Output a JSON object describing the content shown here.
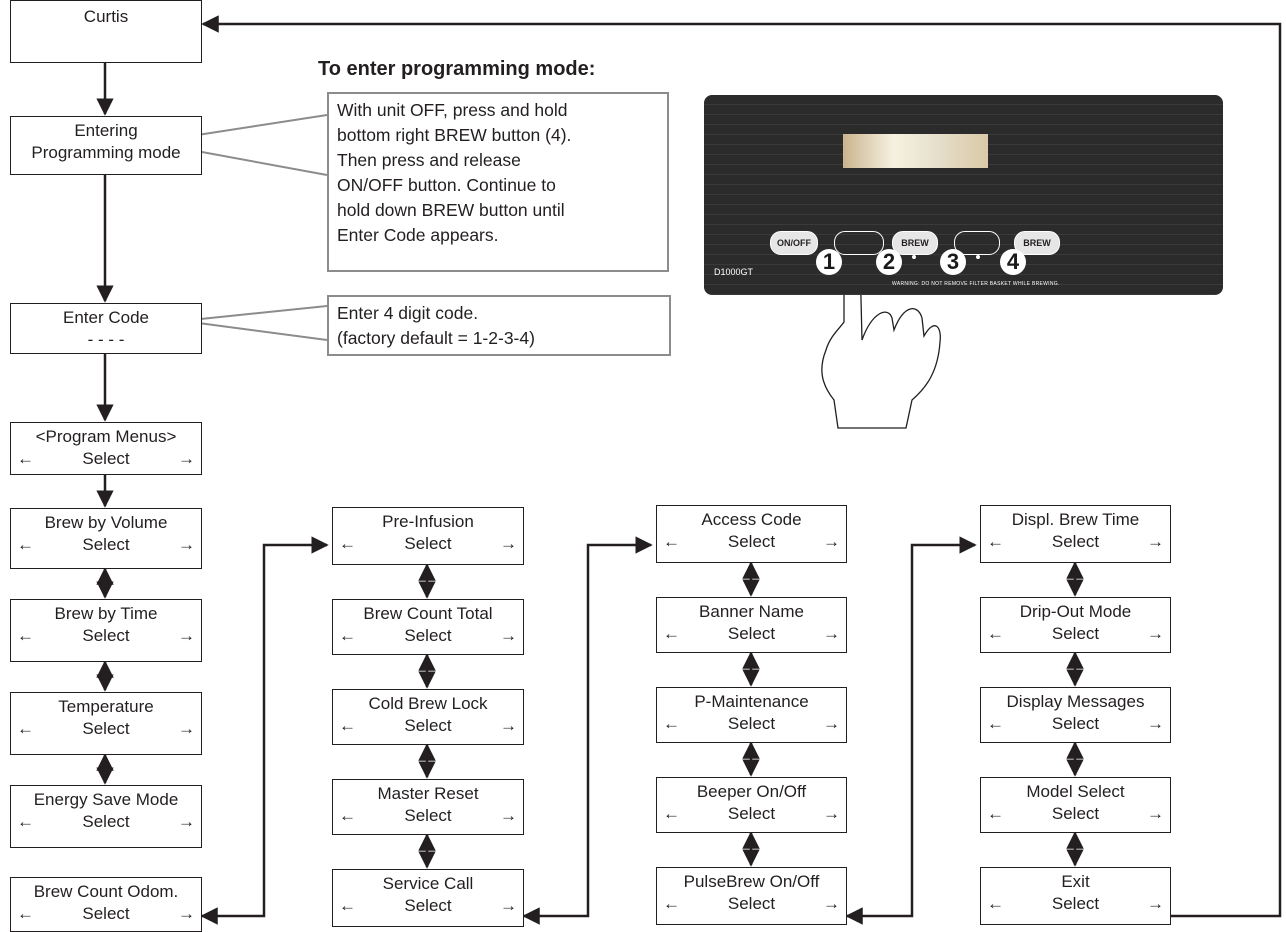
{
  "heading": "To enter programming mode:",
  "flow": {
    "curtis": "Curtis",
    "entering_line1": "Entering",
    "entering_line2": "Programming mode",
    "enter_code_line1": "Enter Code",
    "enter_code_line2": "- - - -",
    "program_menus": "<Program Menus>"
  },
  "select_label": "Select",
  "left_arrow": "←",
  "right_arrow": "→",
  "notes": {
    "programming": [
      "With unit OFF, press and hold",
      "bottom right BREW button (4).",
      "Then press and release",
      "ON/OFF button. Continue to",
      "hold down BREW button until",
      "Enter Code appears."
    ],
    "code": [
      "Enter 4 digit code.",
      "(factory default = 1-2-3-4)"
    ]
  },
  "columns": [
    [
      "Brew by Volume",
      "Brew by Time",
      "Temperature",
      "Energy Save Mode",
      "Brew Count Odom."
    ],
    [
      "Pre-Infusion",
      "Brew Count Total",
      "Cold Brew Lock",
      "Master Reset",
      "Service Call"
    ],
    [
      "Access Code",
      "Banner Name",
      "P-Maintenance",
      "Beeper On/Off",
      "PulseBrew On/Off"
    ],
    [
      "Displ. Brew Time",
      "Drip-Out Mode",
      "Display Messages",
      "Model Select",
      "Exit"
    ]
  ],
  "panel": {
    "on_off": "ON/OFF",
    "brew": "BREW",
    "model": "D1000GT",
    "warning": "WARNING: DO NOT REMOVE FILTER BASKET WHILE BREWING.",
    "numbers": [
      "1",
      "2",
      "3",
      "4"
    ]
  },
  "colors": {
    "line": "#231f20",
    "note_border": "#8c8c8c",
    "panel": "#2b2b2b"
  }
}
